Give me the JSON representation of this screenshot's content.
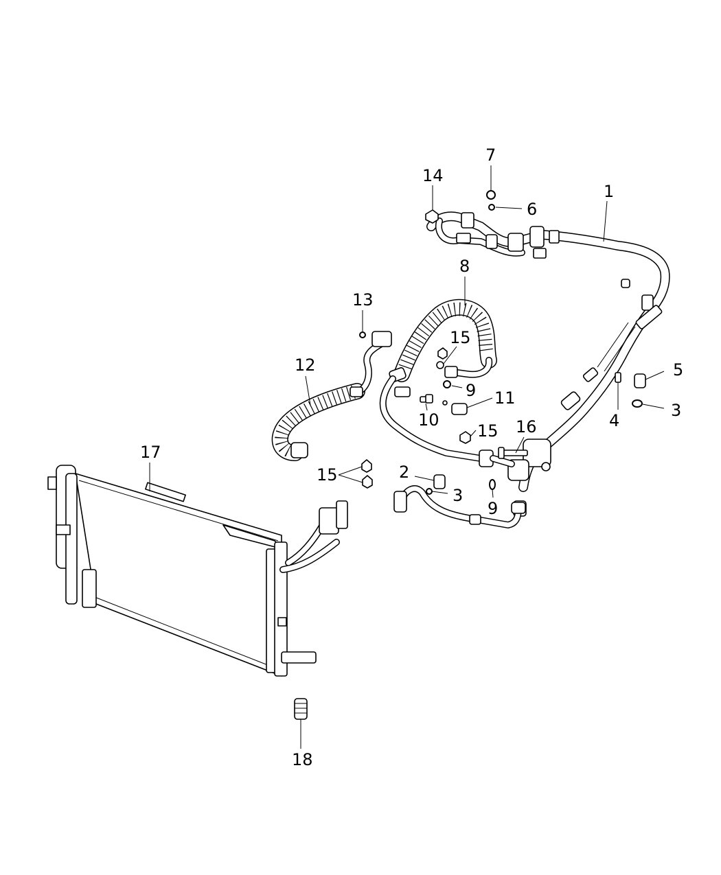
{
  "callouts": [
    {
      "id": "c1",
      "text": "1"
    },
    {
      "id": "c2",
      "text": "2"
    },
    {
      "id": "c3a",
      "text": "3"
    },
    {
      "id": "c3b",
      "text": "3"
    },
    {
      "id": "c4",
      "text": "4"
    },
    {
      "id": "c5",
      "text": "5"
    },
    {
      "id": "c6",
      "text": "6"
    },
    {
      "id": "c7",
      "text": "7"
    },
    {
      "id": "c8",
      "text": "8"
    },
    {
      "id": "c9a",
      "text": "9"
    },
    {
      "id": "c9b",
      "text": "9"
    },
    {
      "id": "c10",
      "text": "10"
    },
    {
      "id": "c11",
      "text": "11"
    },
    {
      "id": "c12",
      "text": "12"
    },
    {
      "id": "c13",
      "text": "13"
    },
    {
      "id": "c14",
      "text": "14"
    },
    {
      "id": "c15a",
      "text": "15"
    },
    {
      "id": "c15b",
      "text": "15"
    },
    {
      "id": "c15c",
      "text": "15"
    },
    {
      "id": "c16",
      "text": "16"
    },
    {
      "id": "c17",
      "text": "17"
    },
    {
      "id": "c18",
      "text": "18"
    }
  ]
}
